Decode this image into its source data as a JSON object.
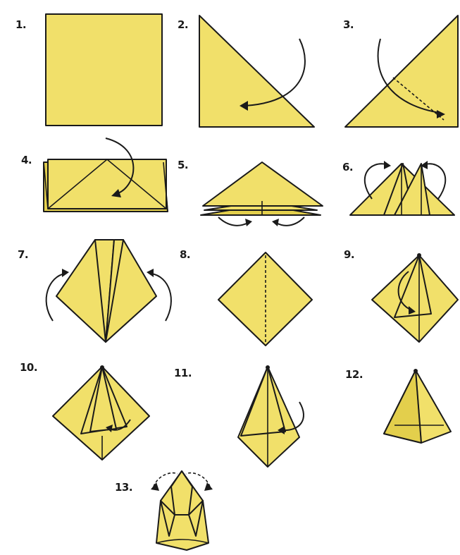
{
  "colors": {
    "paper": "#f1e06a",
    "paper_dark": "#e3cf4c",
    "ink": "#1a1a1a",
    "background": "#ffffff"
  },
  "steps": [
    {
      "label": "1."
    },
    {
      "label": "2."
    },
    {
      "label": "3."
    },
    {
      "label": "4."
    },
    {
      "label": "5."
    },
    {
      "label": "6."
    },
    {
      "label": "7."
    },
    {
      "label": "8."
    },
    {
      "label": "9."
    },
    {
      "label": "10."
    },
    {
      "label": "11."
    },
    {
      "label": "12."
    },
    {
      "label": "13."
    }
  ]
}
